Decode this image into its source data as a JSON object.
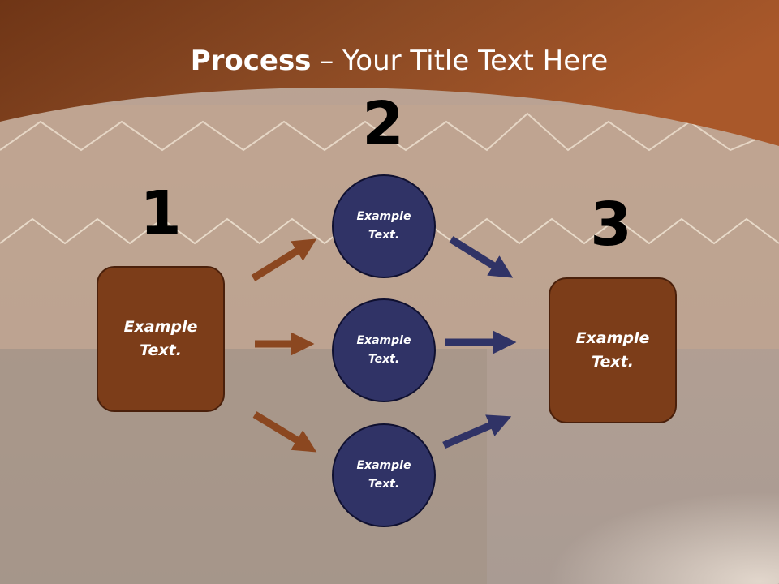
{
  "title": {
    "bold": "Process",
    "rest": " – Your Title Text Here"
  },
  "steps": {
    "one": "1",
    "two": "2",
    "three": "3"
  },
  "left_box": {
    "text": "Example Text."
  },
  "circles": [
    {
      "text": "Example Text."
    },
    {
      "text": "Example Text."
    },
    {
      "text": "Example Text."
    }
  ],
  "right_box": {
    "text": "Example Text."
  },
  "colors": {
    "header": "#8a4a22",
    "box": "#7c3d19",
    "circle": "#303366",
    "arrow_brown": "#8b4720",
    "arrow_navy": "#303366"
  }
}
